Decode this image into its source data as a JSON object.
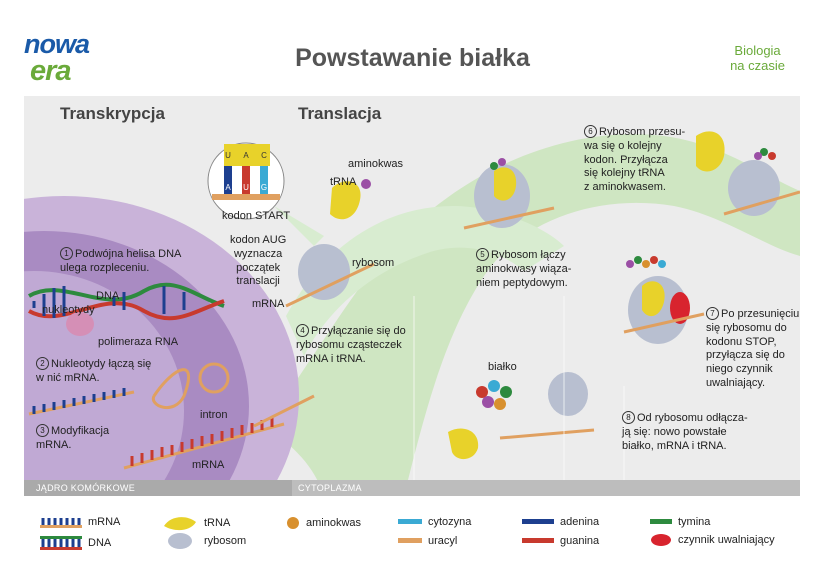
{
  "logo": {
    "line1": "nowa",
    "line2": "era"
  },
  "title": "Powstawanie białka",
  "series": {
    "line1": "Biologia",
    "line2": "na czasie"
  },
  "sections": {
    "transcription": "Transkrypcja",
    "translation": "Translacja"
  },
  "zones": {
    "nucleus": "JĄDRO KOMÓRKOWE",
    "cytoplasm": "CYTOPLAZMA"
  },
  "steps": {
    "s1": {
      "num": "1",
      "line1": "Podwójna helisa DNA",
      "line2": "ulega rozpleceniu."
    },
    "s2": {
      "num": "2",
      "line1": "Nukleotydy łączą się",
      "line2": "w nić mRNA."
    },
    "s3": {
      "num": "3",
      "line1": "Modyfikacja",
      "line2": "mRNA."
    },
    "s4": {
      "num": "4",
      "line1": "Przyłączanie się do",
      "line2": "rybosomu cząsteczek",
      "line3": "mRNA i tRNA."
    },
    "s5": {
      "num": "5",
      "line1": "Rybosom łączy",
      "line2": "aminokwasy wiąza-",
      "line3": "niem peptydowym."
    },
    "s6": {
      "num": "6",
      "line1": "Rybosom przesu-",
      "line2": "wa się o kolejny",
      "line3": "kodon. Przyłącza",
      "line4": "się kolejny tRNA",
      "line5": "z aminokwasem."
    },
    "s7": {
      "num": "7",
      "line1": "Po przesunięciu",
      "line2": "się rybosomu do",
      "line3": "kodonu STOP,",
      "line4": "przyłącza się do",
      "line5": "niego czynnik",
      "line6": "uwalniający."
    },
    "s8": {
      "num": "8",
      "line1": "Od rybosomu odłącza-",
      "line2": "ją się: nowo powstałe",
      "line3": "białko, mRNA i tRNA."
    }
  },
  "labels": {
    "dna": "DNA",
    "nukleotydy": "nukleotydy",
    "polimeraza": "polimeraza RNA",
    "intron": "intron",
    "mrna_nucleus": "mRNA",
    "mrna_trans": "mRNA",
    "kodon_start": "kodon START",
    "aug_l1": "kodon AUG",
    "aug_l2": "wyznacza",
    "aug_l3": "początek",
    "aug_l4": "translacji",
    "aminokwas": "aminokwas",
    "trna": "tRNA",
    "rybosom": "rybosom",
    "bialko": "białko"
  },
  "codon_letters": [
    "U",
    "A",
    "C",
    "A",
    "U",
    "G"
  ],
  "legend": {
    "mrna": "mRNA",
    "dna": "DNA",
    "trna": "tRNA",
    "rybosom": "rybosom",
    "aminokwas": "aminokwas",
    "cytozyna": "cytozyna",
    "uracyl": "uracyl",
    "adenina": "adenina",
    "guanina": "guanina",
    "tymina": "tymina",
    "czynnik": "czynnik uwalniający"
  },
  "colors": {
    "cytozyna": "#3aaad4",
    "uracyl": "#e0a060",
    "adenina": "#1d3f8f",
    "guanina": "#c83a2e",
    "tymina": "#2d8a3e",
    "aminokwas": "#d8902e",
    "czynnik": "#d8242e",
    "trna": "#e8d22a",
    "rybosom": "#b8bfd0",
    "nucleus": "#b99ccc",
    "cytoplasm_band": "#cfe6c2"
  }
}
